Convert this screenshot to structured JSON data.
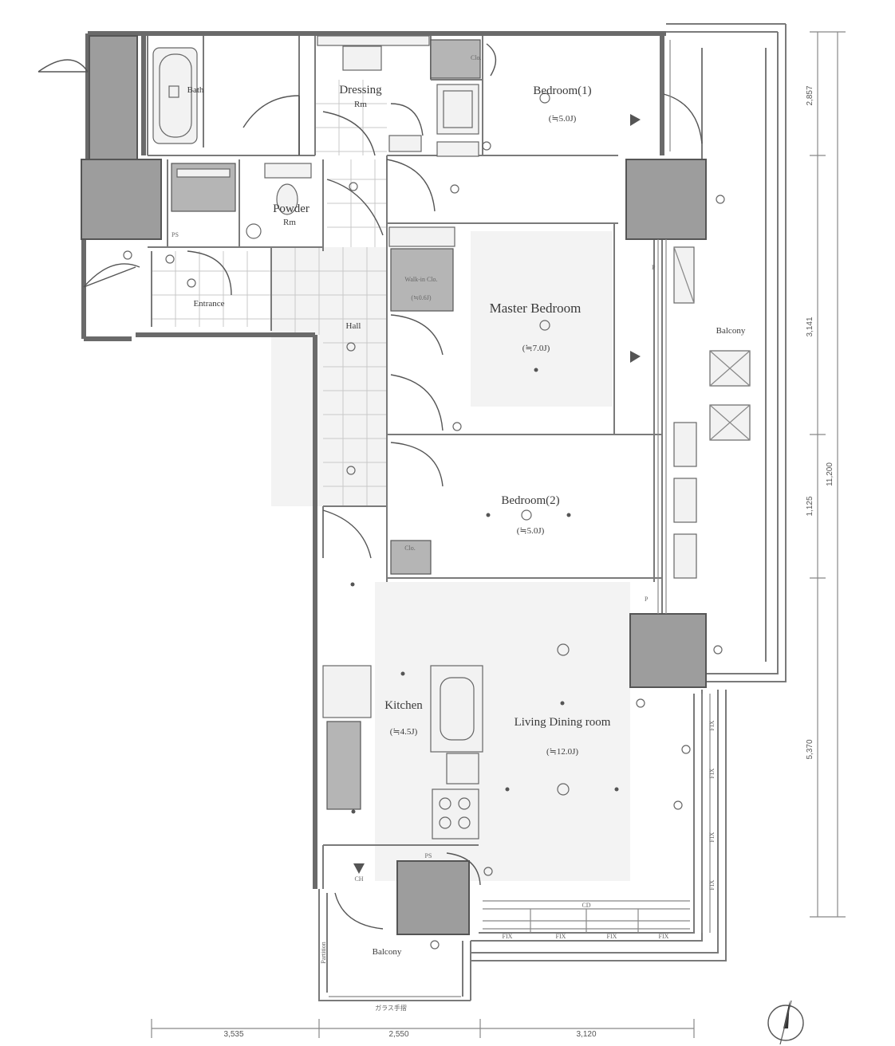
{
  "rooms": {
    "bath": "Bath",
    "dressing": "Dressing",
    "dressing_abbr": "Rm",
    "bedroom1": "Bedroom(1)",
    "bedroom1_size": "(≒5.0J)",
    "powder": "Powder",
    "powder_abbr": "Rm",
    "entrance": "Entrance",
    "hall": "Hall",
    "walkin": "Walk-in Clo.",
    "walkin_size": "(≒0.6J)",
    "master": "Master Bedroom",
    "master_size": "(≒7.0J)",
    "bedroom2": "Bedroom(2)",
    "bedroom2_size": "(≒5.0J)",
    "kitchen": "Kitchen",
    "kitchen_size": "(≒4.5J)",
    "living": "Living Dining room",
    "living_size": "(≒12.0J)",
    "balcony_east": "Balcony",
    "balcony_south": "Balcony",
    "partition": "Partition"
  },
  "small_labels": {
    "clo": "Clo.",
    "ps": "PS",
    "p": "P",
    "cd": "CD",
    "fix": "FIX",
    "ch": "CH",
    "glass": "ガラス手摺",
    "fix_side": "FIX"
  },
  "dimensions": {
    "bottom": [
      "3,535",
      "2,550",
      "3,120"
    ],
    "right": [
      "2,857",
      "3,141",
      "1,125",
      "5,370",
      "11,200"
    ]
  }
}
